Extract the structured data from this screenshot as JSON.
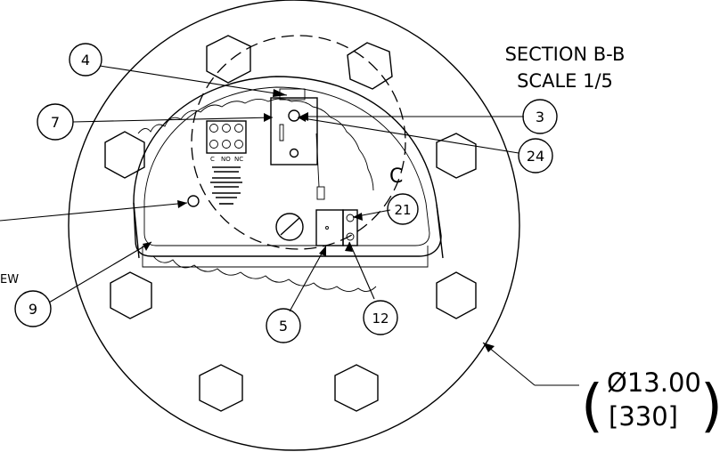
{
  "section": {
    "title": "SECTION B-B",
    "scale": "SCALE 1/5"
  },
  "detail_label": "C",
  "partial_label": "EW",
  "dimension": {
    "diameter": "Ø13.00",
    "metric": "[330]"
  },
  "balloons": [
    {
      "id": "b4",
      "label": "4"
    },
    {
      "id": "b7",
      "label": "7"
    },
    {
      "id": "b3",
      "label": "3"
    },
    {
      "id": "b24",
      "label": "24"
    },
    {
      "id": "b21",
      "label": "21"
    },
    {
      "id": "b9",
      "label": "9"
    },
    {
      "id": "b5",
      "label": "5"
    },
    {
      "id": "b12",
      "label": "12"
    }
  ],
  "terminal_labels": [
    "C",
    "NO",
    "NC"
  ]
}
